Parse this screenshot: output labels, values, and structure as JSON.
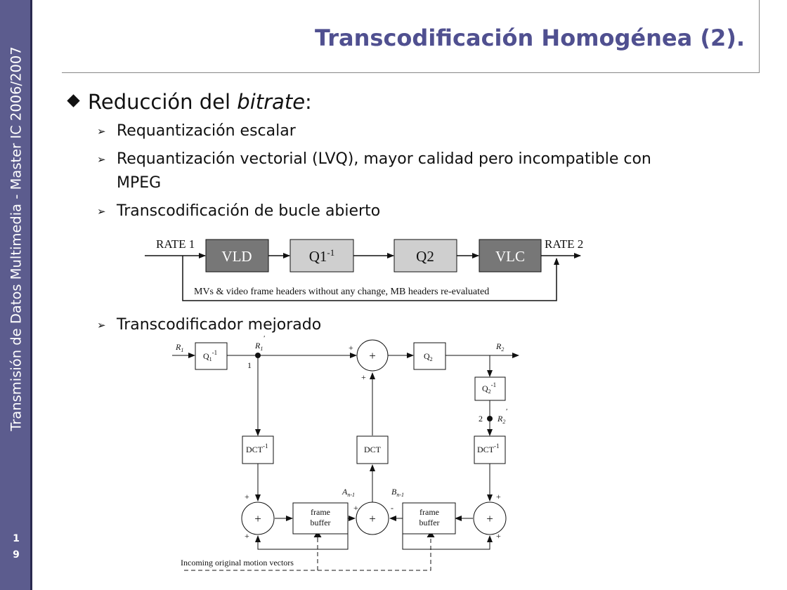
{
  "sidebar": {
    "text": "Transmisión de Datos Multimedia - Master IC 2006/2007",
    "page_digit_1": "1",
    "page_digit_2": "9"
  },
  "slide": {
    "title": "Transcodificación Homogénea (2).",
    "bullet_main_prefix": "Reducción del ",
    "bullet_main_italic": "bitrate",
    "bullet_main_suffix": ":",
    "sub1": "Requantización escalar",
    "sub2": "Requantización vectorial (LVQ), mayor calidad pero incompatible con MPEG",
    "sub3": "Transcodificación de bucle abierto",
    "sub4": "Transcodificador mejorado"
  },
  "diagram1": {
    "rate_in": "RATE 1",
    "rate_out": "RATE 2",
    "vld": "VLD",
    "q1inv": "Q1",
    "q1inv_sup": "-1",
    "q2": "Q2",
    "vlc": "VLC",
    "feedback_text": "MVs & video frame headers without any change, MB headers re-evaluated"
  },
  "diagram2": {
    "r1": "R",
    "r1_sub": "1",
    "q1inv": "Q",
    "q1inv_sub": "1",
    "q1inv_sup": "-1",
    "r1p": "R",
    "r1p_sub": "1",
    "node1": "1",
    "r2": "R",
    "r2_sub": "2",
    "q2": "Q",
    "q2_sub": "2",
    "q2inv": "Q",
    "q2inv_sub": "2",
    "q2inv_sup": "-1",
    "node2": "2",
    "r2p": "R",
    "r2p_sub": "2",
    "dct_inv_left": "DCT",
    "dct_inv_left_sup": "-1",
    "dct_mid": "DCT",
    "dct_inv_right": "DCT",
    "dct_inv_right_sup": "-1",
    "a": "A",
    "a_sub": "n-1",
    "b": "B",
    "b_sub": "n-1",
    "frame_buffer_1a": "frame",
    "frame_buffer_1b": "buffer",
    "frame_buffer_2a": "frame",
    "frame_buffer_2b": "buffer",
    "plus": "+",
    "minus": "-",
    "prime": "'",
    "motion_vectors": "Incoming original motion vectors"
  }
}
